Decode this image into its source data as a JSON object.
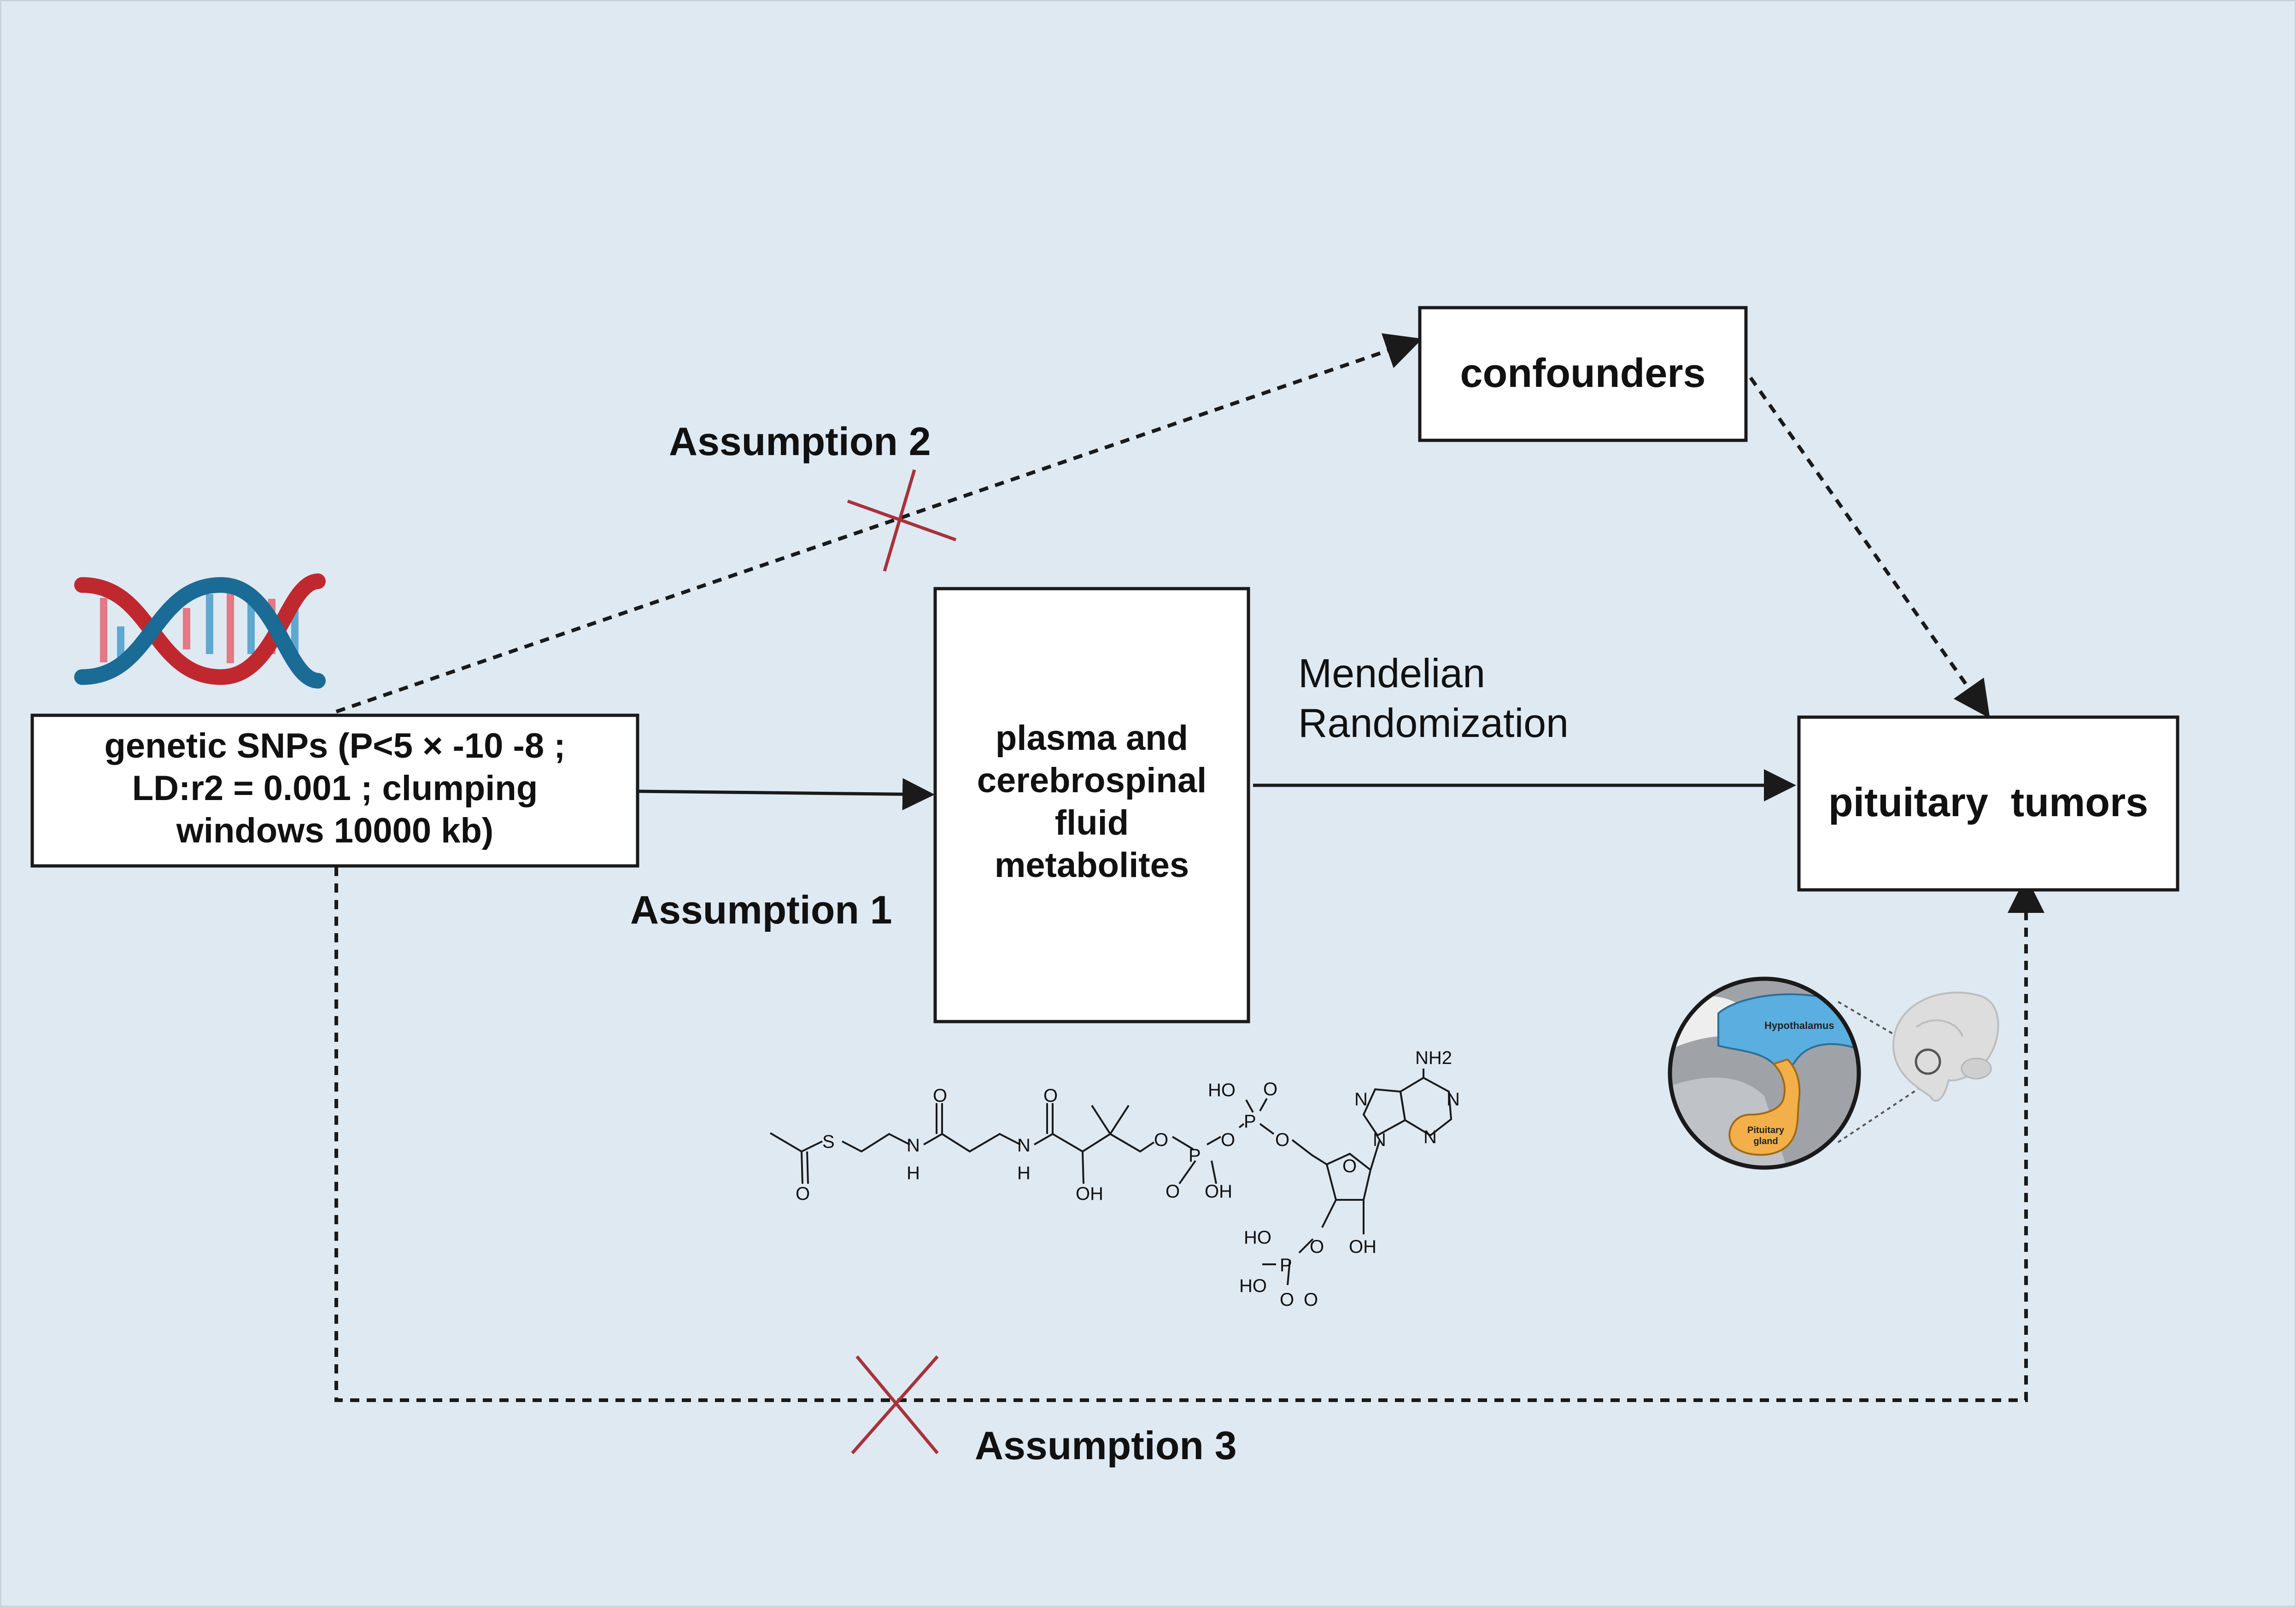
{
  "nodes": {
    "snps": {
      "lines": [
        "genetic SNPs (P<5 × -10 -8 ;",
        "LD:r2 = 0.001 ;  clumping",
        "windows 10000 kb)"
      ]
    },
    "metabolites": {
      "lines": [
        "plasma and",
        "cerebrospinal",
        "fluid",
        "metabolites"
      ]
    },
    "confounders": {
      "label": "confounders"
    },
    "tumors": {
      "label": "pituitary  tumors"
    }
  },
  "edge_labels": {
    "assumption1": "Assumption 1",
    "assumption2": "Assumption 2",
    "assumption3": "Assumption 3",
    "mr_line1": "Mendelian",
    "mr_line2": "Randomization"
  },
  "illustration": {
    "hypothalamus": "Hypothalamus",
    "pituitary_line1": "Pituitary",
    "pituitary_line2": "gland"
  },
  "molecule_labels": {
    "s": "S",
    "o1": "O",
    "n1": "N",
    "h1": "H",
    "o2": "O",
    "o3": "O",
    "n2": "N",
    "h2": "H",
    "oh1": "OH",
    "o4": "O",
    "p1": "P",
    "o5": "O",
    "oh2": "OH",
    "o6": "O",
    "ho1": "HO",
    "p2": "P",
    "o7": "O",
    "o8": "O",
    "o9": "O",
    "nh2": "NH2",
    "n3": "N",
    "n4": "N",
    "n5": "N",
    "n6": "N",
    "o10": "O",
    "oh3": "OH",
    "ho2": "HO",
    "p3": "P",
    "o11": "O",
    "ho3": "HO",
    "o12": "O"
  },
  "colors": {
    "background": "#dfe9f2",
    "border": "#c9d3dc",
    "node_fill": "#ffffff",
    "node_stroke": "#1a1a1a",
    "edge": "#1a1a1a",
    "cross": "#a8323a",
    "dna_red": "#c0282f",
    "dna_blue": "#1a6b95",
    "dna_pink": "#e07a85",
    "dna_light_blue": "#5fa8cf",
    "hypothalamus": "#5aaee0",
    "pituitary": "#f3b04a"
  }
}
